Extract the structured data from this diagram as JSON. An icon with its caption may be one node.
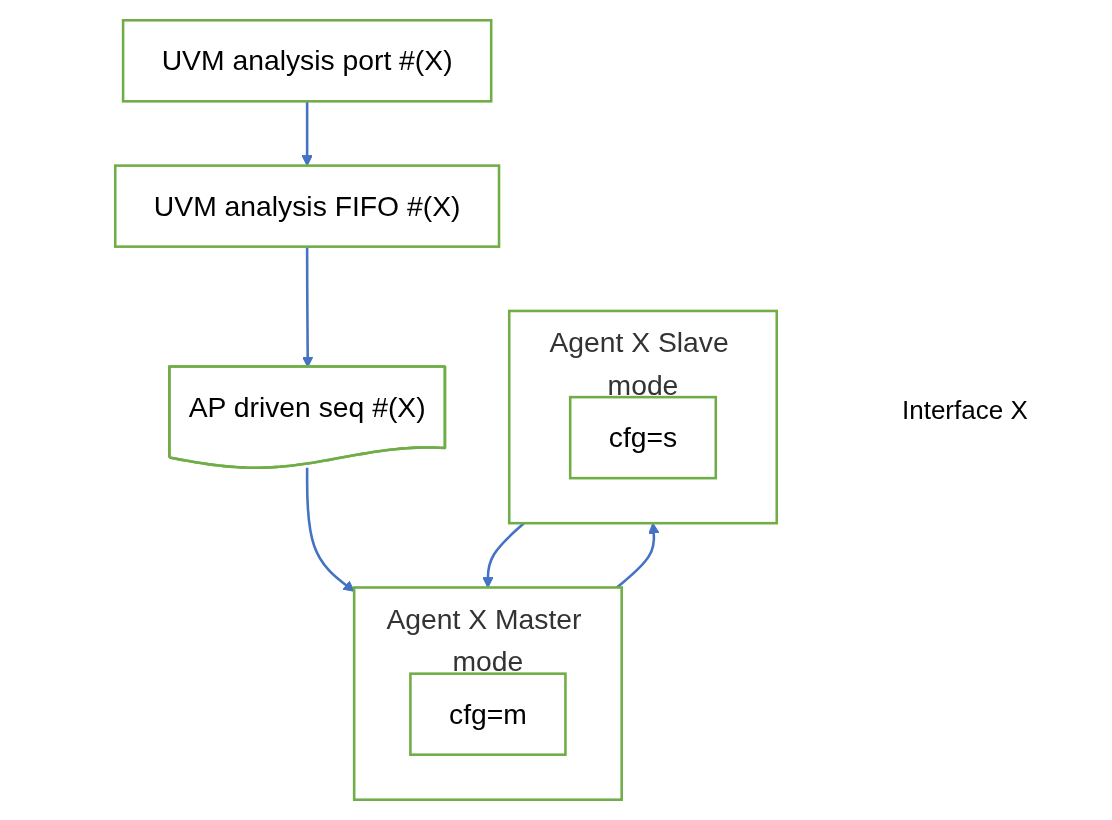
{
  "diagram": {
    "nodes": [
      {
        "text": [
          "UVM analysis FIFO #(X)"
        ]
      },
      {
        "text": [
          "UVM analysis port #(X)"
        ]
      },
      {
        "text": [
          "AP driven seq #(X)"
        ]
      },
      {
        "text": [
          "Agent X Master mode"
        ]
      },
      {
        "text": [
          "cfg=m"
        ],
        "in": 3
      },
      {
        "text": [
          "Agent X Slave mode"
        ]
      },
      {
        "text": [
          "cfg=s"
        ],
        "in": 5
      }
    ],
    "edges": [
      {
        "from": 1,
        "to": 0,
        "arrow": "to"
      },
      {
        "from": 0,
        "to": 2,
        "arrow": "to"
      },
      {
        "from": 2,
        "to": 3,
        "arrow": "to"
      },
      {
        "from": 3,
        "to": 5,
        "arrow": "to"
      },
      {
        "from": 5,
        "to": 3,
        "arrow": "to"
      }
    ],
    "labels": [
      "Interface X"
    ]
  }
}
